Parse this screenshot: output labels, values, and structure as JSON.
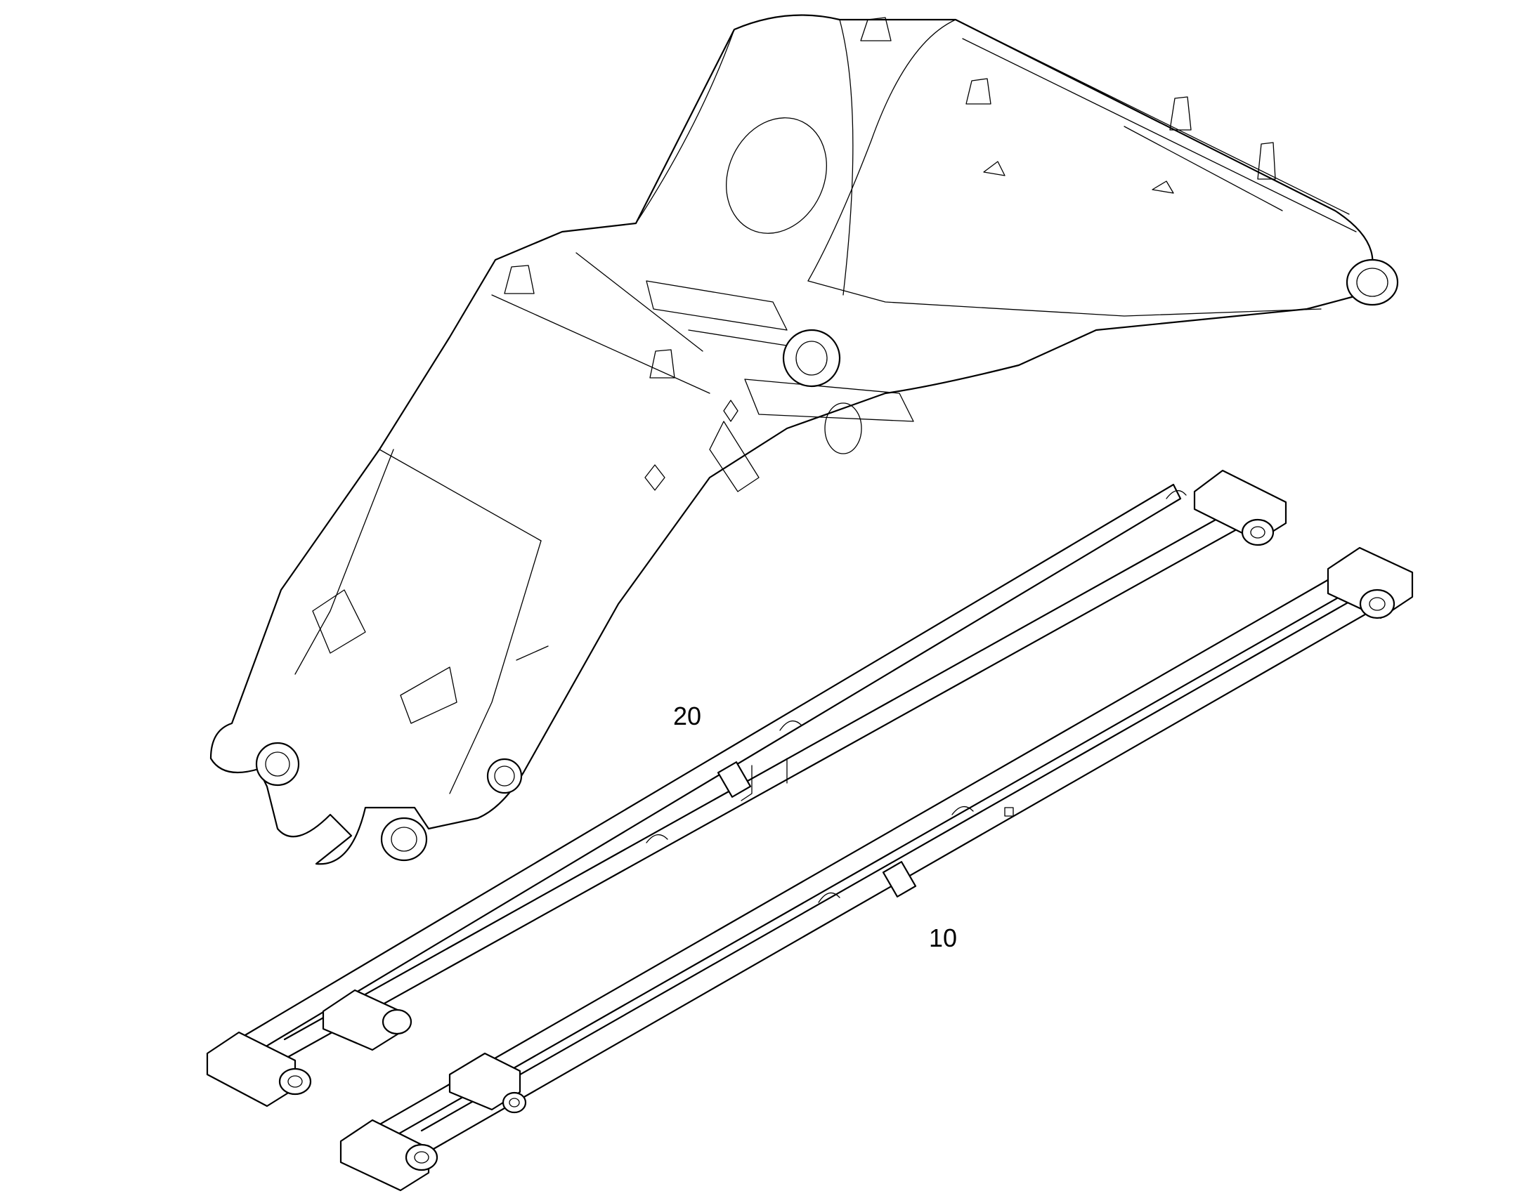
{
  "diagram": {
    "callouts": [
      {
        "id": "item-20",
        "text": "20"
      },
      {
        "id": "item-10",
        "text": "10"
      }
    ]
  }
}
